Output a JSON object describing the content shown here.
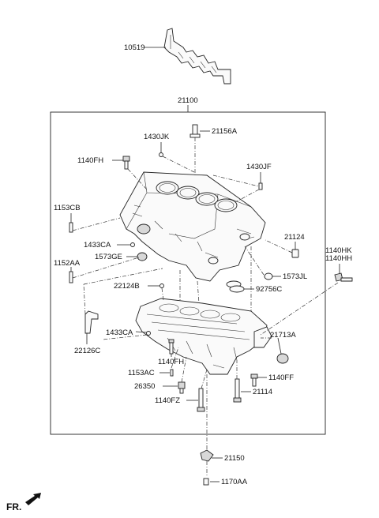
{
  "labels": {
    "p10519": "10519",
    "p21100": "21100",
    "p21156A": "21156A",
    "p1430JK": "1430JK",
    "p1140FH_top": "1140FH",
    "p1430JF": "1430JF",
    "p1153CB": "1153CB",
    "p21124": "21124",
    "p1433CA_top": "1433CA",
    "p1573GE": "1573GE",
    "p1152AA": "1152AA",
    "p1140HK": "1140HK",
    "p1140HH": "1140HH",
    "p1573JL": "1573JL",
    "p22124B": "22124B",
    "p92756C": "92756C",
    "p1433CA_low": "1433CA",
    "p21713A": "21713A",
    "p22126C": "22126C",
    "p1140FH_low": "1140FH",
    "p1153AC": "1153AC",
    "p1140FF": "1140FF",
    "p26350": "26350",
    "p21114": "21114",
    "p1140FZ": "1140FZ",
    "p21150": "21150",
    "p1170AA": "1170AA",
    "fr": "FR."
  }
}
